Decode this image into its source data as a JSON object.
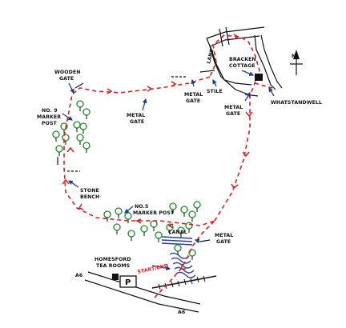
{
  "colors": {
    "route": "#d81e1e",
    "pointer": "#1f3c8c",
    "tree": "#1c8a2a",
    "ink": "#111111",
    "water": "#2a3f9a"
  },
  "labels": {
    "wooden_gate": [
      "WOODEN",
      "GATE"
    ],
    "no9_marker": [
      "NO. 9",
      "MARKER",
      "POST"
    ],
    "metal_gate_mid": [
      "METAL",
      "GATE"
    ],
    "metal_gate_top": [
      "METAL",
      "GATE"
    ],
    "stile": "STILE",
    "lane": "LANE",
    "bracken_cottage": [
      "BRACKEN",
      "COTTAGE"
    ],
    "metal_gate_right": [
      "METAL",
      "GATE"
    ],
    "whatstandwell": "WHATSTANDWELL",
    "stone_bench": [
      "STONE",
      "BENCH"
    ],
    "no5_marker": [
      "NO.5",
      "MARKER POST"
    ],
    "canal": "CANAL",
    "metal_gate_canal": [
      "METAL",
      "GATE"
    ],
    "tea_rooms": [
      "HOMESFORD",
      "TEA ROOMS"
    ],
    "start_end": "START/END",
    "parking": "P",
    "road_a6_left": "A6",
    "road_a6_right": "A6",
    "north": "N"
  },
  "icons": {
    "north_arrow": "north-arrow-icon",
    "parking": "parking-icon",
    "building": "building-icon",
    "tree": "tree-icon"
  }
}
